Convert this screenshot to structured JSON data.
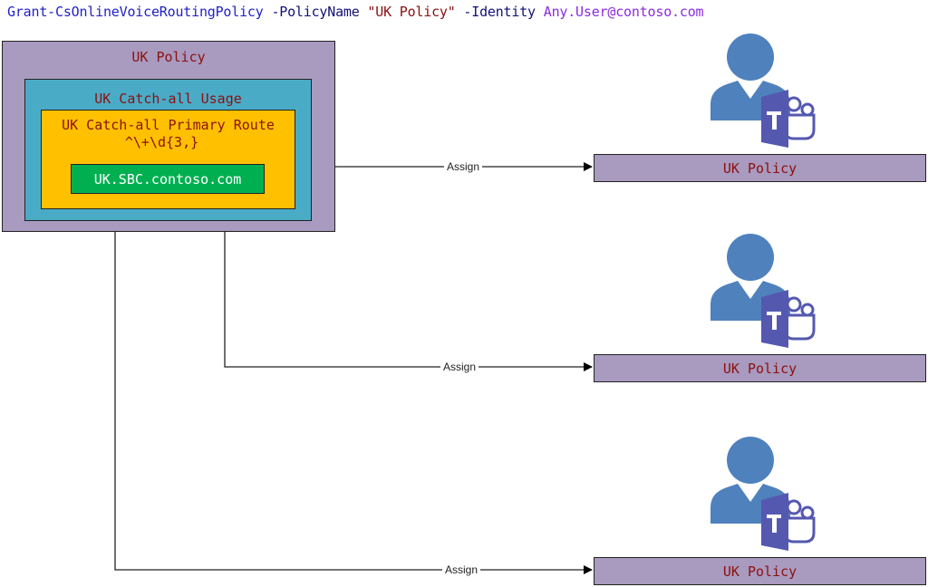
{
  "command": {
    "cmdlet": "Grant-CsOnlineVoiceRoutingPolicy",
    "param1": "-PolicyName",
    "param1_value": "\"UK Policy\"",
    "param2": "-Identity",
    "param2_value": "Any.User@contoso.com"
  },
  "policy_block": {
    "policy_label": "UK Policy",
    "usage_label": "UK Catch-all Usage",
    "route_label": "UK Catch-all Primary Route",
    "route_pattern": "^\\+\\d{3,}",
    "sbc_label": "UK.SBC.contoso.com"
  },
  "assignments": [
    {
      "edge_label": "Assign",
      "policy_label": "UK Policy",
      "user_icon": "teams-user-icon"
    },
    {
      "edge_label": "Assign",
      "policy_label": "UK Policy",
      "user_icon": "teams-user-icon"
    },
    {
      "edge_label": "Assign",
      "policy_label": "UK Policy",
      "user_icon": "teams-user-icon"
    }
  ],
  "colors": {
    "policy": "#a99abf",
    "usage": "#4aabc7",
    "route": "#ffc000",
    "sbc": "#00b050",
    "user": "#4f81bd",
    "teams": "#5558af"
  }
}
